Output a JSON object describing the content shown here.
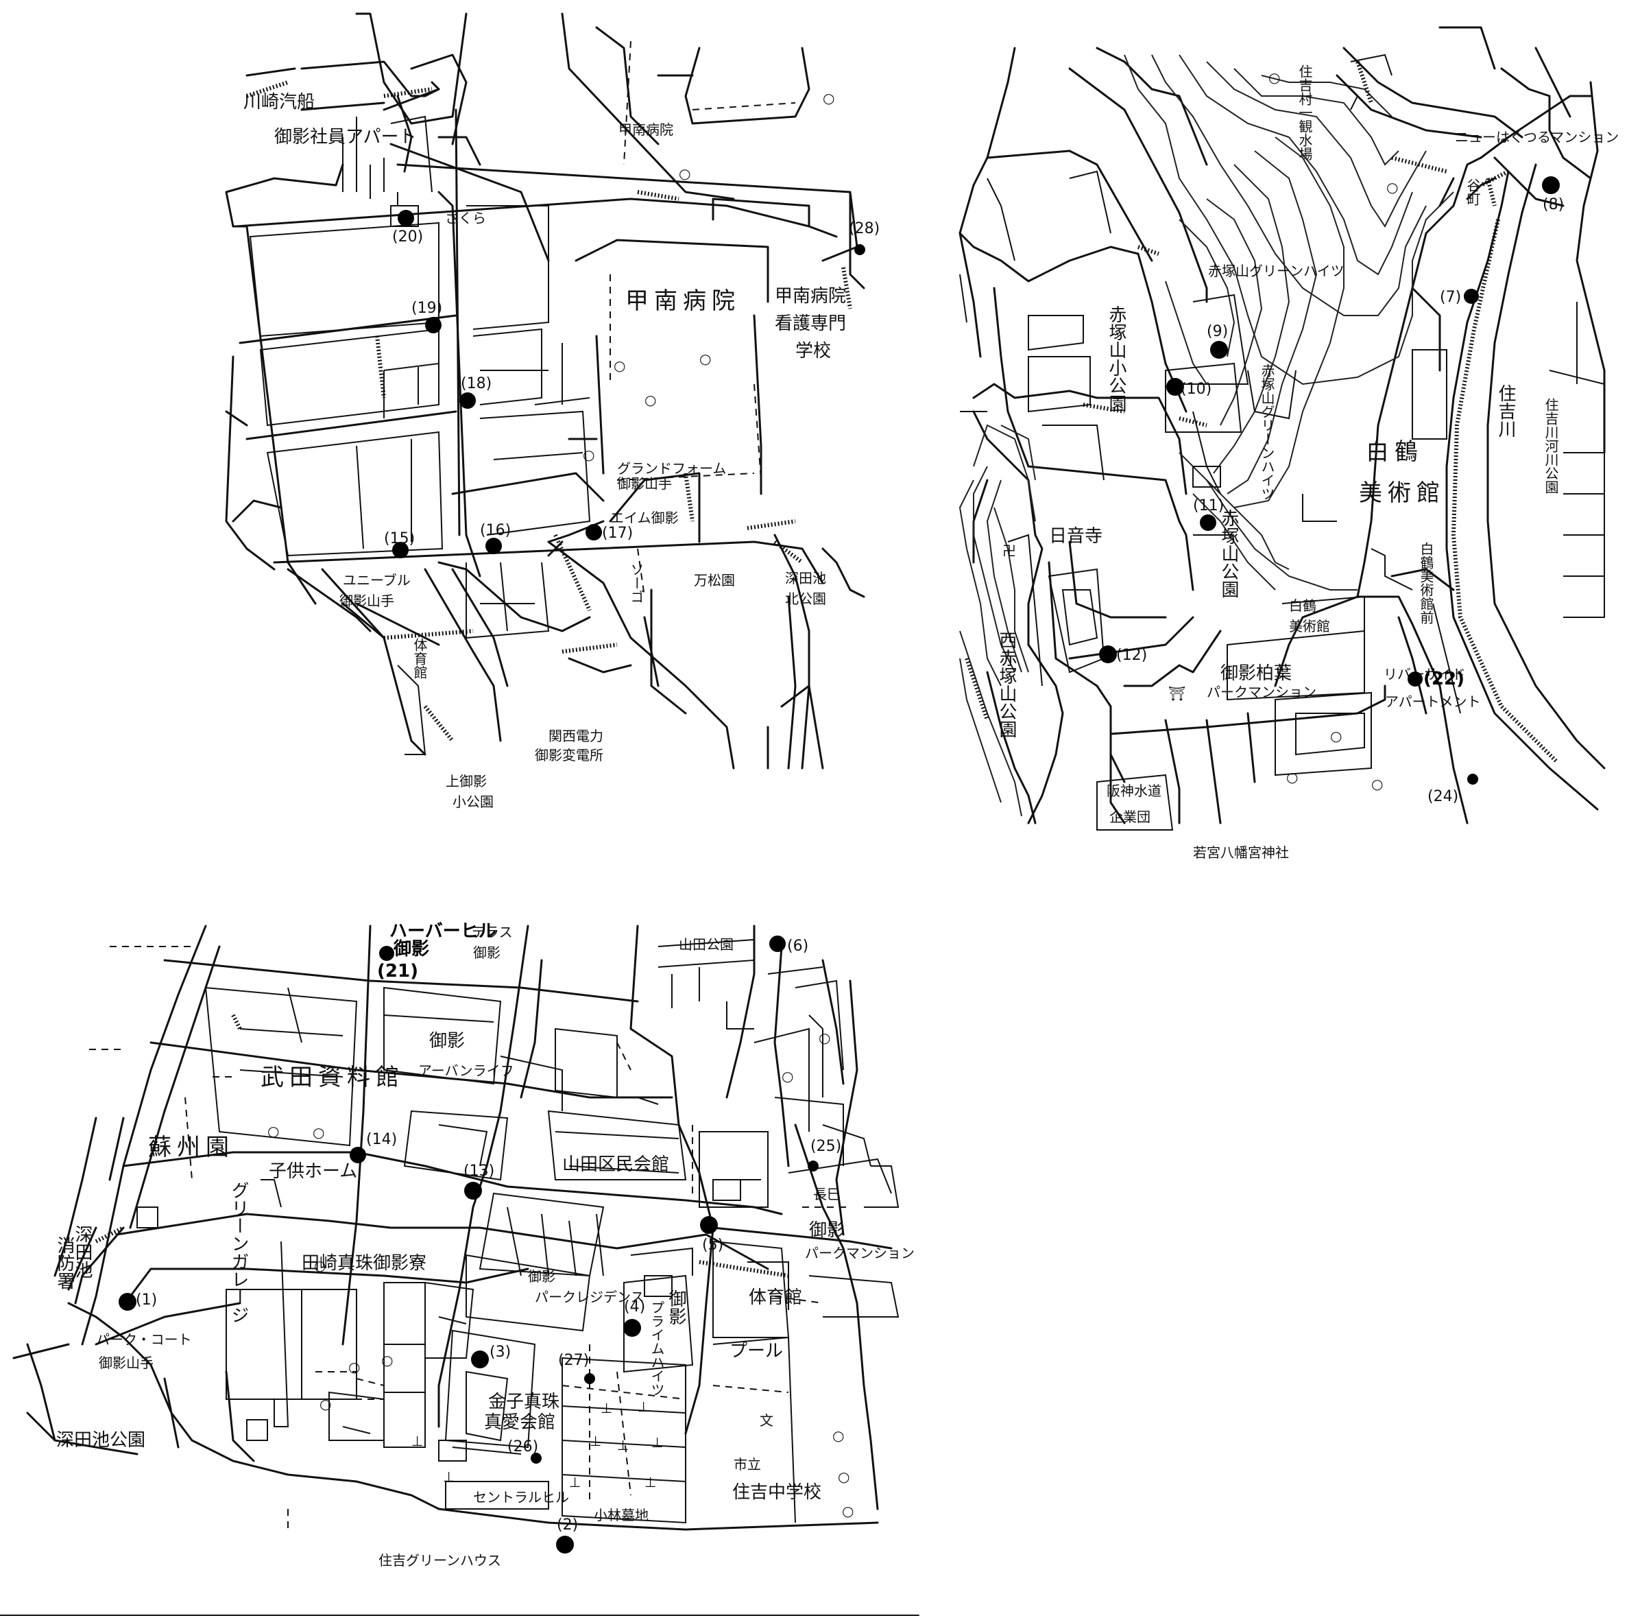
{
  "maps": {
    "top_left": {
      "labels": {
        "kawasaki": "川崎汽船",
        "mikage_apt": "御影社員アパート",
        "sakura": "さくら",
        "konan_hosp_small": "甲南病院",
        "konan_hosp": "甲南病院",
        "konan_nurse1": "甲南病院",
        "konan_nurse2": "看護専門",
        "konan_nurse3": "学校",
        "grandform1": "グランドフォーム",
        "grandform2": "御影山手",
        "aim": "エイム御影",
        "unibel1": "ユニーブル",
        "unibel2": "御影山手",
        "sogo": "ソーゴ",
        "gosho": "万松園",
        "fukaike1": "深田池",
        "fukaike2": "北公園",
        "gym": "体育館",
        "kamimikage1": "上御影",
        "kamimikage2": "小公園",
        "kansai1": "関西電力",
        "kansai2": "御影変電所"
      },
      "points": [
        "(20)",
        "(19)",
        "(18)",
        "(15)",
        "(16)",
        "(17)",
        "(28)"
      ]
    },
    "top_right": {
      "labels": {
        "sumiyoshi_water": "住吉村一観水場",
        "new_mansion": "ニューはくつるマンション",
        "akatsuka_gh": "赤塚山グリーンハイツ",
        "akatsuka_gh2": "赤塚山グリーンハイツ",
        "akatsuka_park": "赤塚山小公園",
        "akatsuka_koen": "赤塚山公園",
        "hakutsuru1": "白鶴",
        "hakutsuru2": "美術館",
        "hakutsuru_p": "白鶴美術館前",
        "sumiyoshi_river": "住吉川",
        "sumiyoshi_river_park": "住吉川河川公園",
        "nichion": "日音寺",
        "nishi_akatsuka": "西赤塚山公園",
        "hakutsuru_small1": "白鶴",
        "hakutsuru_small2": "美術館",
        "kashiba1": "御影柏葉",
        "kashiba2": "パークマンション",
        "riverside1": "リバーサイド",
        "riverside2": "アパートメント",
        "hanshin1": "阪神水道",
        "hanshin2": "企業団",
        "wakamiya": "若宮八幡宮神社",
        "bridge": "谷町"
      },
      "points": [
        "(8)",
        "(7)",
        "(9)",
        "(10)",
        "(11)",
        "(12)",
        "(22)",
        "(24)"
      ]
    },
    "bottom": {
      "labels": {
        "harbor1": "ハーバーヒル",
        "harbor2": "御影",
        "terrace1": "テラス",
        "terrace2": "御影",
        "yamada_park": "山田公園",
        "urban1": "御影",
        "urban2": "アーバンライフ",
        "takeda": "武田資料館",
        "soshuen": "蘇州園",
        "kodomo": "子供ホーム",
        "green_garage": "グリーンガレージ",
        "yamada_hall": "山田区民会館",
        "tasaki": "田崎真珠御影寮",
        "fire1": "深田池",
        "fire2": "消防署",
        "park_court1": "パーク・コート",
        "park_court2": "御影山手",
        "fukaike_park": "深田池公園",
        "residence1": "御影",
        "residence2": "パークレジデンス",
        "prime1": "御影",
        "prime2": "プライムハイツ",
        "kaneko1": "金子真珠",
        "kaneko2": "真愛会館",
        "central": "セントラルヒル",
        "green_house": "住吉グリーンハウス",
        "kobayashi": "小林墓地",
        "gym": "体育館",
        "pool": "プール",
        "school1": "市立",
        "school2": "住吉中学校",
        "chomi": "長巳",
        "park_mansion1": "御影",
        "park_mansion2": "パークマンション",
        "bun": "文"
      },
      "points": [
        "(21)",
        "(6)",
        "(14)",
        "(13)",
        "(25)",
        "(5)",
        "(1)",
        "(4)",
        "(3)",
        "(27)",
        "(26)",
        "(2)"
      ]
    }
  }
}
